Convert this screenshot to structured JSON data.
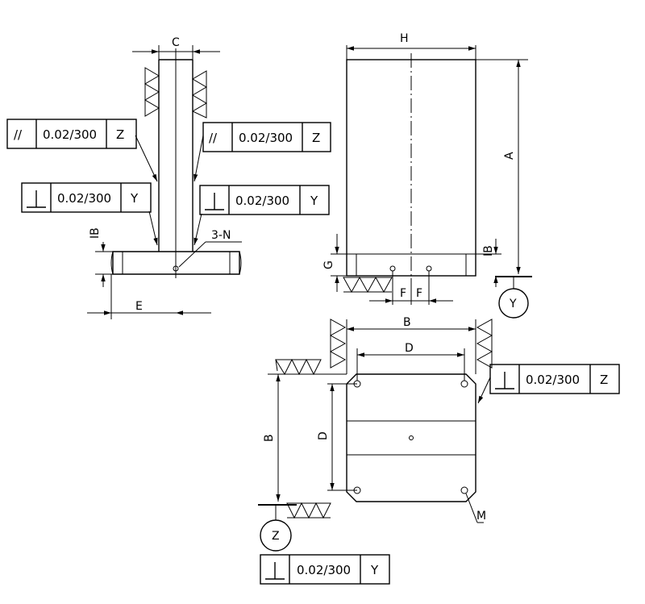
{
  "dimensions": {
    "c": "C",
    "h": "H",
    "a": "A",
    "e": "E",
    "f_left": "F",
    "f_right": "F",
    "g": "G",
    "ib_left": "IB",
    "ib_right": "IB",
    "b_horizontal": "B",
    "b_vertical": "B",
    "d_horizontal": "D",
    "d_vertical": "D",
    "hole_callout": "3-N",
    "mark_m": "M"
  },
  "datums": {
    "y": "Y",
    "z": "Z"
  },
  "tolerance_frames": [
    {
      "id": "parallel-left",
      "symbol": "//",
      "value": "0.02/300",
      "datum": "Z"
    },
    {
      "id": "parallel-right",
      "symbol": "//",
      "value": "0.02/300",
      "datum": "Z"
    },
    {
      "id": "perp-left",
      "symbol": "perpendicular",
      "value": "0.02/300",
      "datum": "Y"
    },
    {
      "id": "perp-right",
      "symbol": "perpendicular",
      "value": "0.02/300",
      "datum": "Y"
    },
    {
      "id": "perp-bottom-right",
      "symbol": "perpendicular",
      "value": "0.02/300",
      "datum": "Z"
    },
    {
      "id": "perp-bottom",
      "symbol": "perpendicular",
      "value": "0.02/300",
      "datum": "Y"
    }
  ]
}
